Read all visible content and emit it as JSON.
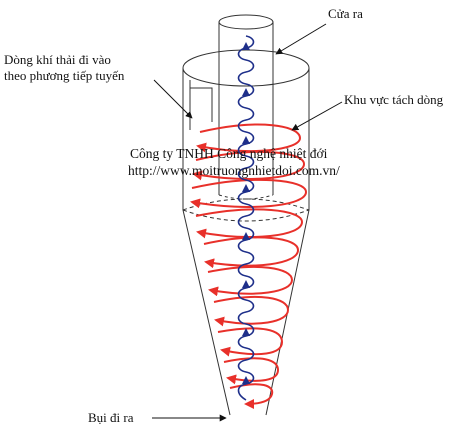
{
  "labels": {
    "outlet": "Cửa ra",
    "inlet_line1": "Dòng khí thải đi vào",
    "inlet_line2": "theo phương tiếp tuyến",
    "separation_zone": "Khu vực tách dòng",
    "dust_out": "Bụi đi ra"
  },
  "watermark": {
    "line1": "Công ty TNHH Công nghệ nhiệt đới",
    "line2": "http://www.moitruongnhietdoi.com.vn/"
  },
  "colors": {
    "outer_vortex": "#e8302a",
    "inner_vortex": "#1e2f8a",
    "body_outline": "#333333",
    "text": "#111111"
  }
}
